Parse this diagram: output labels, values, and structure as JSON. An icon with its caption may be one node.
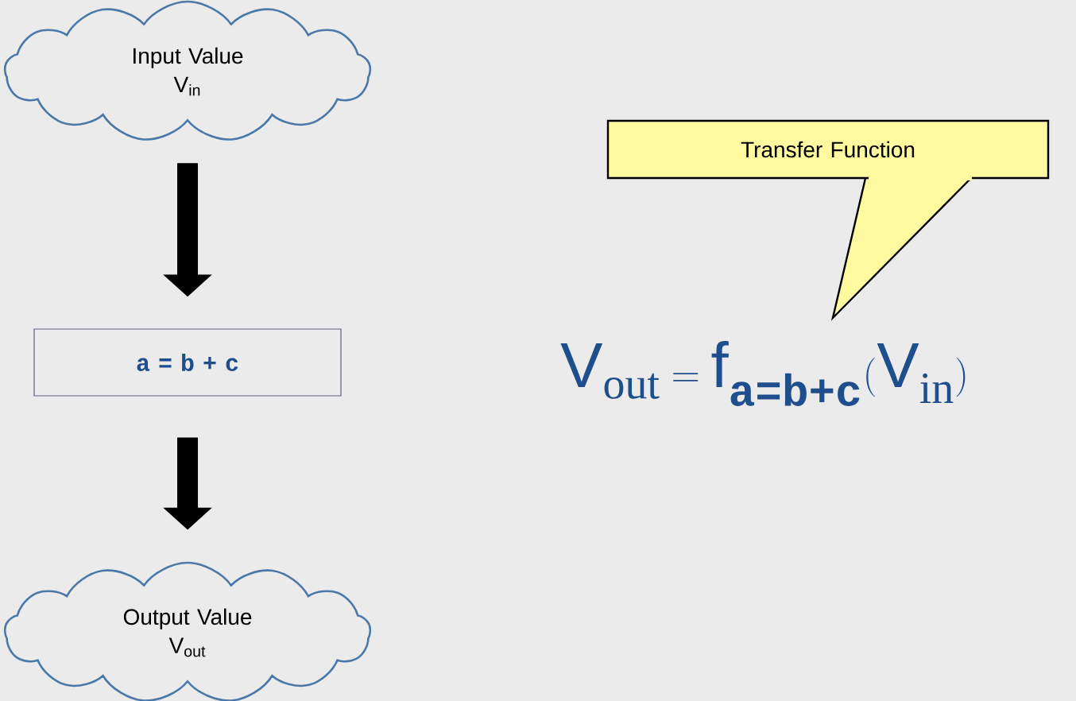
{
  "diagram": {
    "nodes": [
      {
        "text": [
          "Input Value V$_{in}$"
        ]
      },
      {
        "text": [
          "a = b + c"
        ]
      },
      {
        "text": [
          "Output Value V$_{out}$"
        ]
      },
      {
        "text": [
          "Transfer Function"
        ]
      }
    ],
    "edges": [
      {
        "from": 0,
        "to": 1,
        "arrow": "to"
      },
      {
        "from": 1,
        "to": 2,
        "arrow": "to"
      }
    ],
    "labels": [
      "\\mathsf{V}_{\\mathrm{out}} = \\mathsf{f}_{\\texttt{\\textbf{a=b+c}}}(\\mathsf{V}_{\\mathrm{in}})"
    ]
  }
}
